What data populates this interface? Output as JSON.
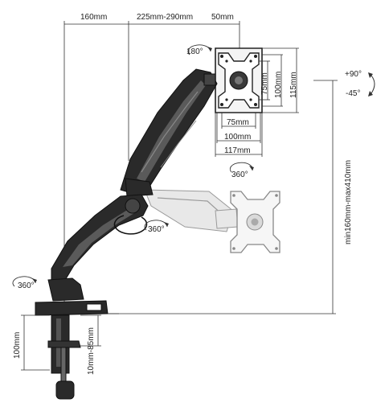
{
  "dimensions": {
    "arm_first_segment": "160mm",
    "arm_second_segment": "225mm-290mm",
    "plate_offset": "50mm",
    "vesa_inner_h": "75mm",
    "vesa_outer_h": "100mm",
    "plate_height": "115mm",
    "vesa_inner_w": "75mm",
    "vesa_outer_w": "100mm",
    "plate_width": "117mm",
    "height_range": "min160mm-max410mm",
    "clamp_height": "100mm",
    "desk_thickness": "10mm-85mm"
  },
  "rotation": {
    "tilt_up": "+90°",
    "tilt_down": "-45°",
    "plate_rotation": "180°",
    "ghost_plate_rotation": "360°",
    "elbow_rotation": "360°",
    "base_rotation": "360°"
  }
}
